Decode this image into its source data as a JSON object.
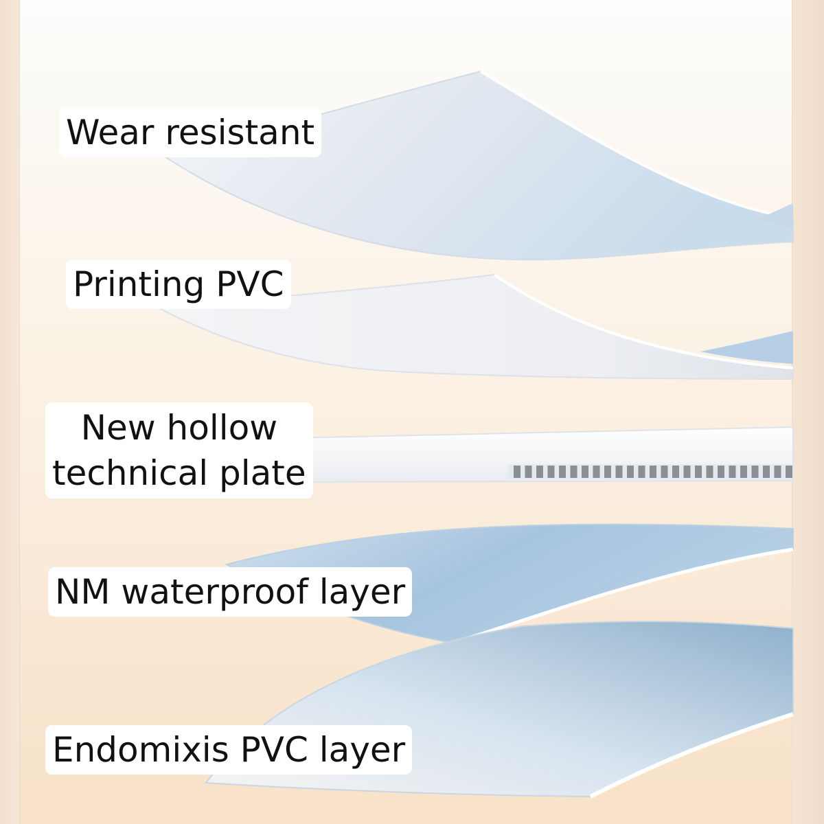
{
  "layers": [
    {
      "id": "wear",
      "label": "Wear resistant"
    },
    {
      "id": "printing",
      "label": "Printing PVC"
    },
    {
      "id": "hollow",
      "label": "New hollow\ntechnical plate"
    },
    {
      "id": "waterproof",
      "label": "NM waterproof layer"
    },
    {
      "id": "endomixis",
      "label": "Endomixis PVC layer"
    }
  ],
  "colors": {
    "background_top": "#fdfdfc",
    "background_bottom": "#f8e1c8",
    "sheet_white": "#f2f4f7",
    "sheet_blue": "#a9c6e0",
    "label_bg": "#ffffff",
    "label_text": "#111111"
  }
}
